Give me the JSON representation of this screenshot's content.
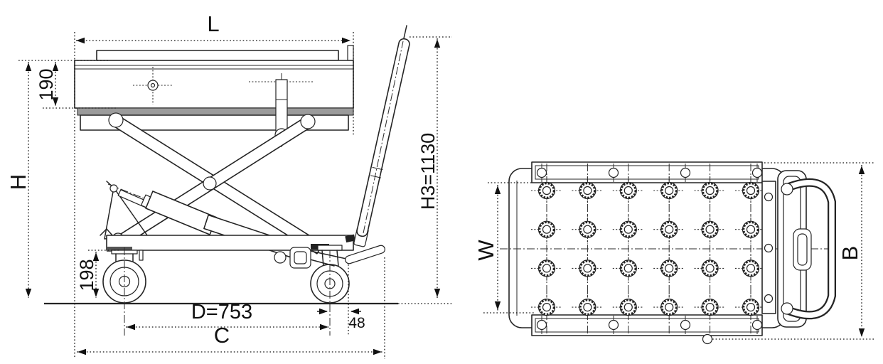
{
  "drawing": {
    "description": "Two-view dimensioned engineering drawing of a hydraulic scissor-lift ball-transfer cart",
    "views": {
      "side": "side elevation",
      "top": "plan view"
    }
  },
  "dims": {
    "L": {
      "label": "L"
    },
    "H": {
      "label": "H"
    },
    "h190": {
      "label": "190"
    },
    "h198": {
      "label": "198"
    },
    "H3": {
      "label": "H3=1130"
    },
    "D": {
      "label": "D=753"
    },
    "n48": {
      "label": "48"
    },
    "C": {
      "label": "C"
    },
    "W": {
      "label": "W"
    },
    "B": {
      "label": "B"
    }
  },
  "top_view": {
    "ball_rows": 4,
    "ball_cols": 6,
    "rails": 2,
    "rail_holes_per_rail": 4,
    "mount_plate_holes": 3
  },
  "colors": {
    "line": "#242424",
    "gray_fill": "#9b9b9b",
    "dark_fill": "#333333",
    "background": "#ffffff"
  }
}
